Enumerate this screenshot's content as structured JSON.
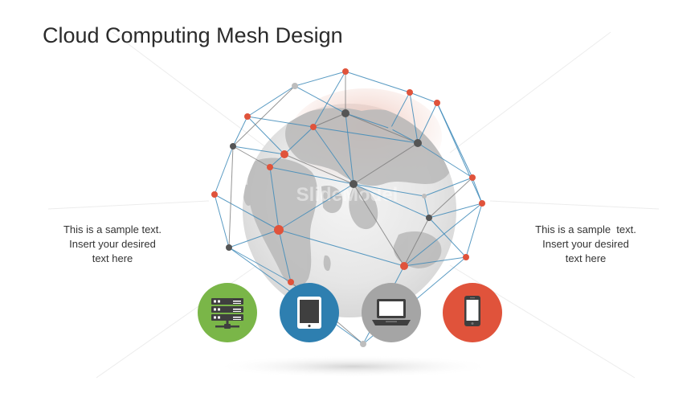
{
  "slide": {
    "title": "Cloud Computing Mesh Design",
    "watermark": "SlideModel"
  },
  "text_left": {
    "lines": [
      "This is a sample text.",
      "Insert your desired",
      "text here"
    ]
  },
  "text_right": {
    "lines": [
      "This is a sample  text.",
      "Insert your desired",
      "text here"
    ]
  },
  "devices": [
    {
      "icon": "server-icon",
      "color": "#7ab648"
    },
    {
      "icon": "tablet-icon",
      "color": "#2e7fb0"
    },
    {
      "icon": "laptop-icon",
      "color": "#a5a5a5"
    },
    {
      "icon": "smartphone-icon",
      "color": "#e0533b"
    }
  ],
  "colors": {
    "node_orange": "#e0533b",
    "node_dark": "#555555",
    "node_gray": "#bdbdbd",
    "line_blue": "#3d8ab8",
    "line_gray": "#7a7a7a",
    "globe": "#c8c8c8"
  }
}
